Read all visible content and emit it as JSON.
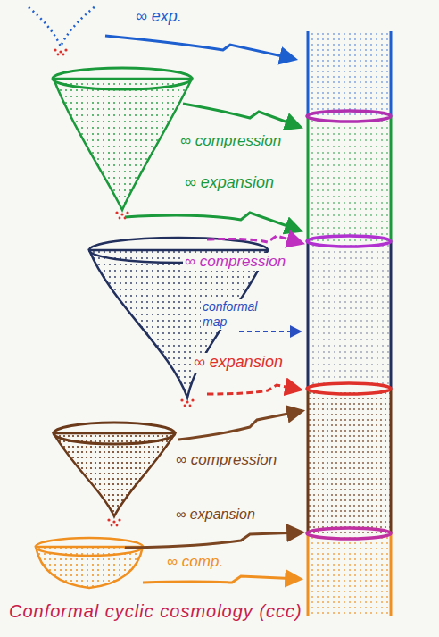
{
  "diagram": {
    "caption": "Conformal cyclic cosmology (ccc)",
    "labels": [
      "∞ exp.",
      "∞ compression",
      "∞ expansion",
      "∞ compression",
      "conformal map",
      "∞ expansion",
      "∞ compression",
      "∞ expansion",
      "∞ comp."
    ]
  }
}
